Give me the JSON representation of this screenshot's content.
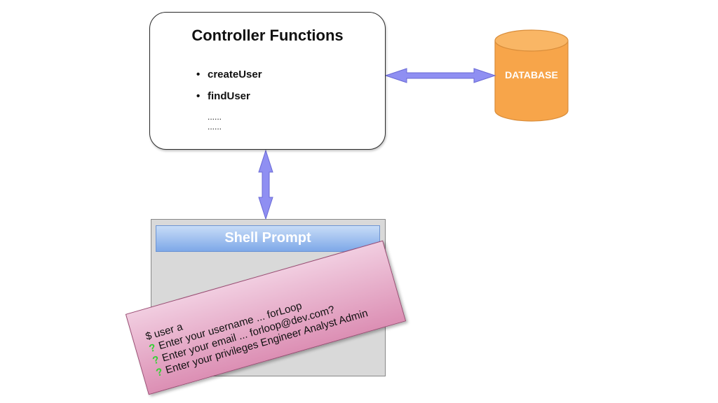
{
  "controller": {
    "title": "Controller Functions",
    "functions": [
      "createUser",
      "findUser"
    ],
    "ellipsis": [
      "......",
      "......"
    ]
  },
  "database": {
    "label": "DATABASE",
    "fill": "#f7a54a"
  },
  "shell": {
    "title": "Shell Prompt",
    "prompt_line": "$ user a",
    "question_mark": "?",
    "lines": [
      "Enter your username ... forLoop",
      "Enter your email ... forloop@dev.com?",
      "Enter your privileges Engineer Analyst Admin"
    ]
  },
  "colors": {
    "arrow": "#8f8ff2",
    "note": "#e7a9c8",
    "titlebar": "#8fb4ec"
  }
}
